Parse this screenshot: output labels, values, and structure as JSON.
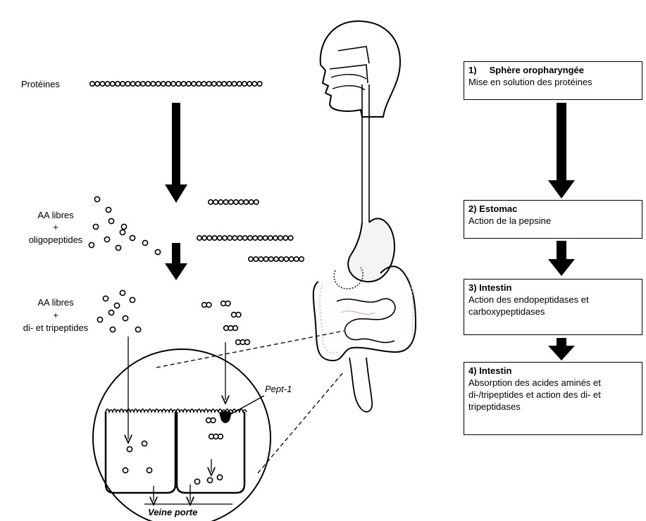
{
  "left_labels": {
    "proteins": "Protéines",
    "aa_free_1": "AA libres",
    "plus_1": "+",
    "oligopeptides": "oligopeptides",
    "aa_free_2": "AA libres",
    "plus_2": "+",
    "di_tri": "di- et tripeptides"
  },
  "cell_labels": {
    "transporter": "Pept-1",
    "portal_vein": "Veine porte"
  },
  "steps": [
    {
      "title": "1)     Sphère oropharyngée",
      "desc": "Mise en solution des protéines"
    },
    {
      "title": "2) Estomac",
      "desc": "Action de la pepsine"
    },
    {
      "title": "3) Intestin",
      "desc": "Action des endopeptidases et carboxypeptidases"
    },
    {
      "title": "4) Intestin",
      "desc": "Absorption des acides aminés et di-/tripeptides et action des di- et tripeptidases"
    }
  ],
  "colors": {
    "line": "#000000",
    "tissue_pink": "#e8a3a8",
    "stomach_fill": "#f4f4f4"
  }
}
